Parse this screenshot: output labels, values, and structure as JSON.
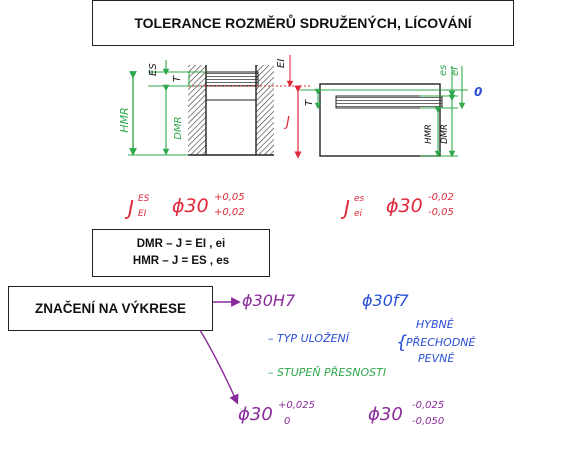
{
  "title": "TOLERANCE ROZMĚRŮ SDRUŽENÝCH, LÍCOVÁNÍ",
  "formulas": {
    "line1": "DMR – J = EI , ei",
    "line2": "HMR – J = ES , es"
  },
  "drawing_label": "ZNAČENÍ NA VÝKRESE",
  "diagram": {
    "hole_labels": {
      "es": "ES",
      "ei": "EI",
      "t": "T",
      "hmr": "HMR",
      "dmr": "DMR",
      "j": "J"
    },
    "shaft_labels": {
      "es": "es",
      "ei": "ei",
      "t": "T",
      "hmr": "HMR",
      "dmr": "DMR",
      "zero": "0"
    },
    "hole_tolerance": {
      "symbol": "J",
      "sup": "ES",
      "sub": "EI",
      "diameter": "ϕ30",
      "upper": "+0,05",
      "lower": "+0,02"
    },
    "shaft_tolerance": {
      "symbol": "J",
      "sup": "es",
      "sub": "ei",
      "diameter": "ϕ30",
      "upper": "-0,02",
      "lower": "-0,05"
    }
  },
  "notation": {
    "hole_fit": "ϕ30H7",
    "shaft_fit": "ϕ30f7",
    "fit_type": "– TYP ULOŽENÍ",
    "fit_options": [
      "HYBNÉ",
      "PŘECHODNÉ",
      "PEVNÉ"
    ],
    "grade": "– STUPEŇ PŘESNOSTI",
    "hole_example": {
      "diameter": "ϕ30",
      "upper": "+0,025",
      "lower": "0"
    },
    "shaft_example": {
      "diameter": "ϕ30",
      "upper": "-0,025",
      "lower": "-0,050"
    }
  },
  "colors": {
    "green": "#2ea84a",
    "red": "#e0283a",
    "blue": "#2a4fd6",
    "purple": "#8a2a9a",
    "black": "#111111"
  }
}
